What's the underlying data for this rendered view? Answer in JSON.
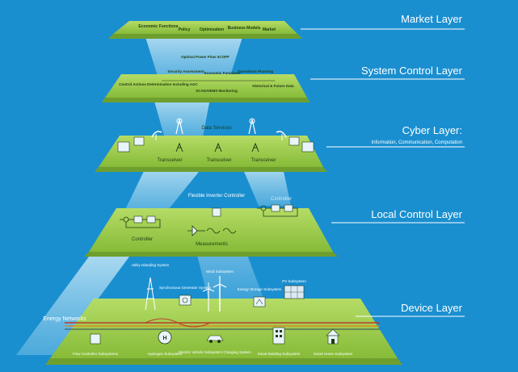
{
  "colors": {
    "background": "#1a8fd0",
    "platform_top": "#9ccb4a",
    "platform_edge": "#6e9f2e",
    "beam": "#bfe3f5",
    "label_line": "#ffffff",
    "dark_text": "#1f3a12"
  },
  "layers": {
    "market": {
      "title": "Market Layer",
      "items": [
        "Economic Functions",
        "Policy",
        "Optimization",
        "Business Models",
        "Market"
      ]
    },
    "system_control": {
      "title": "System Control Layer",
      "items": [
        "Optimal Power Flow SCOPF",
        "Security Assessment",
        "Economic Functions",
        "Operations Planning",
        "Control Actions Determination Including AGC",
        "SCADA/EMS Monitoring",
        "Historical & Future Data"
      ]
    },
    "cyber": {
      "title": "Cyber Layer:",
      "subtitle": "Information, Communication, Computation",
      "data_services": "Data Services",
      "transceivers": [
        "Transceiver",
        "Transceiver",
        "Transceiver"
      ]
    },
    "local_control": {
      "title": "Local Control Layer",
      "flexible_inverter": "Flexible Inverter Controller",
      "controller_left": "Controller",
      "controller_right": "Controller",
      "measurements": "Measurements"
    },
    "device": {
      "title": "Device Layer",
      "energy_networks": "Energy Networks",
      "top_labels": [
        "Utility Islanding System",
        "Synchronous Generator System",
        "Wind Subsystem",
        "Energy Storage Subsystem",
        "PV Subsystem"
      ],
      "bottom_labels": [
        "Flow Controller Subsystems",
        "Hydrogen Subsystem",
        "Electric Vehicle Subsystem Charging System",
        "Smart Building Subsystem",
        "Smart Home Subsystem"
      ]
    }
  }
}
